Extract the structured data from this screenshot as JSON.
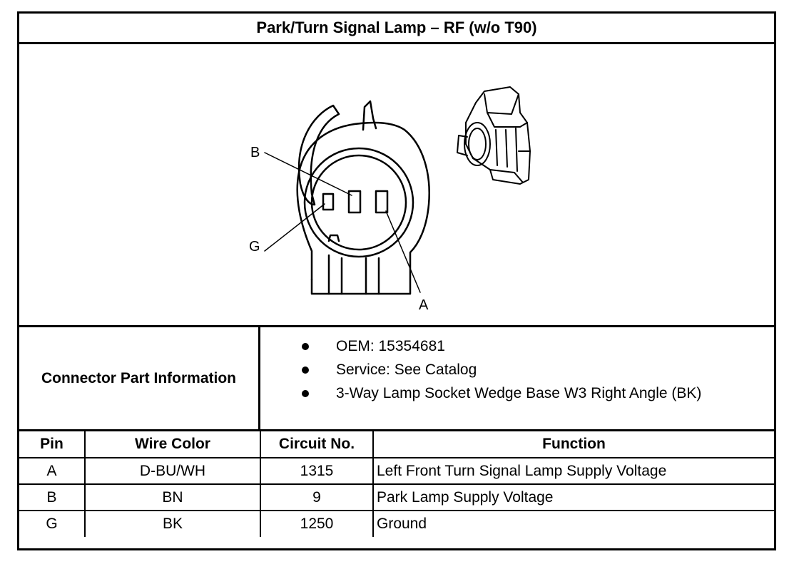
{
  "title": "Park/Turn Signal Lamp – RF (w/o T90)",
  "diagram": {
    "pin_labels": [
      "B",
      "G",
      "A"
    ]
  },
  "connector_info": {
    "label": "Connector Part Information",
    "items": [
      "OEM: 15354681",
      "Service: See Catalog",
      "3-Way Lamp Socket Wedge Base W3 Right Angle (BK)"
    ]
  },
  "pin_table": {
    "headers": [
      "Pin",
      "Wire Color",
      "Circuit No.",
      "Function"
    ],
    "rows": [
      {
        "pin": "A",
        "wire_color": "D-BU/WH",
        "circuit": "1315",
        "function": "Left Front Turn Signal Lamp Supply Voltage"
      },
      {
        "pin": "B",
        "wire_color": "BN",
        "circuit": "9",
        "function": "Park Lamp Supply Voltage"
      },
      {
        "pin": "G",
        "wire_color": "BK",
        "circuit": "1250",
        "function": "Ground"
      }
    ]
  }
}
